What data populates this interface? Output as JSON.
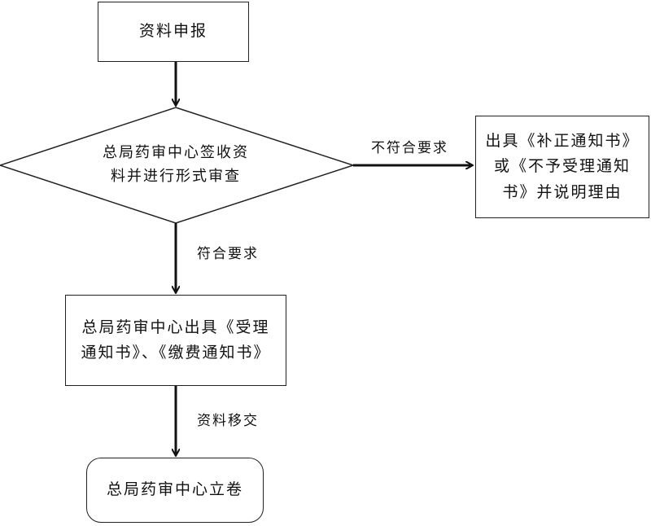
{
  "nodes": {
    "submit": {
      "label": "资料申报"
    },
    "review": {
      "line1": "总局药审中心签收资",
      "line2": "料并进行形式审查"
    },
    "reject": {
      "line1": "出具《补正通知书》",
      "line2": "或《不予受理通知",
      "line3": "书》并说明理由"
    },
    "accept": {
      "line1": "总局药审中心出具《受理",
      "line2": "通知书》、《缴费通知书》"
    },
    "file": {
      "label": "总局药审中心立卷"
    }
  },
  "edges": {
    "not_compliant": "不符合要求",
    "compliant": "符合要求",
    "transfer": "资料移交"
  }
}
